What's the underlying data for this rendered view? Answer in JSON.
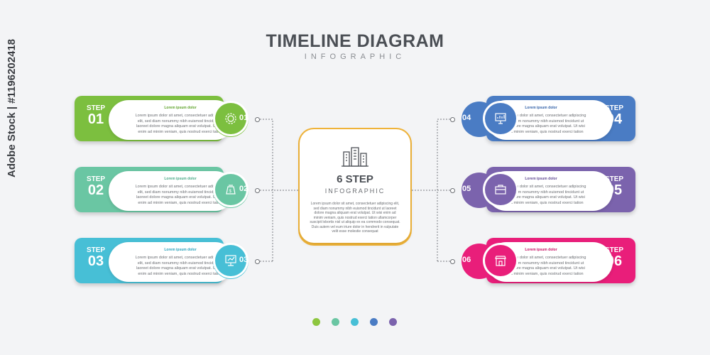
{
  "header": {
    "title": "TIMELINE DIAGRAM",
    "subtitle": "INFOGRAPHIC"
  },
  "watermark": "Adobe Stock | #1196202418",
  "center": {
    "title": "6 STEP",
    "subtitle": "INFOGRAPHIC",
    "body": "Lorem ipsum dolor sit amet, consectetuer adipiscing elit, sed diam nonummy nibh euismod tincidunt ut laoreet dolore magna aliquam erat volutpat. Ut wisi enim ad minim veniam, quis nostrud exerci tation ullamcorper suscipit lobortis nisl ut aliquip ex ea commodo consequat. Duis autem vel eum iriure dolor in hendrerit in vulputate velit esse molestie consequat"
  },
  "steps": [
    {
      "word": "STEP",
      "number": "01",
      "badge": "01",
      "heading": "Lorem ipsum dolor",
      "body": "Lorem ipsum dolor sit amet, consectetuer adipiscing elit, sed diam nonummy nibh euismod tincidunt ut laoreet dolore magna aliquam erat volutpat. Ut wisi enim ad minim veniam, quis nostrud exerci tation",
      "color": "#7cbf3f",
      "dark": "#5fa32b",
      "icon": "settings-cog-icon"
    },
    {
      "word": "STEP",
      "number": "02",
      "badge": "02",
      "heading": "Lorem ipsum dolor",
      "body": "Lorem ipsum dolor sit amet, consectetuer adipiscing elit, sed diam nonummy nibh euismod tincidunt ut laoreet dolore magna aliquam erat volutpat. Ut wisi enim ad minim veniam, quis nostrud exerci tation",
      "color": "#6ac6a3",
      "dark": "#4aa987",
      "icon": "money-bag-icon"
    },
    {
      "word": "STEP",
      "number": "03",
      "badge": "03",
      "heading": "Lorem ipsum dolor",
      "body": "Lorem ipsum dolor sit amet, consectetuer adipiscing elit, sed diam nonummy nibh euismod tincidunt ut laoreet dolore magna aliquam erat volutpat. Ut wisi enim ad minim veniam, quis nostrud exerci tation",
      "color": "#47bfd6",
      "dark": "#2aa2bc",
      "icon": "presentation-board-icon"
    },
    {
      "word": "STEP",
      "number": "04",
      "badge": "04",
      "heading": "Lorem ipsum dolor",
      "body": "Lorem ipsum dolor sit amet, consectetuer adipiscing elit, sed diam nonummy nibh euismod tincidunt ut laoreet dolore magna aliquam erat volutpat. Ut wisi enim ad minim veniam, quis nostrud exerci tation",
      "color": "#4a7cc4",
      "dark": "#3462a8",
      "icon": "presentation-chart-icon"
    },
    {
      "word": "STEP",
      "number": "05",
      "badge": "05",
      "heading": "Lorem ipsum dolor",
      "body": "Lorem ipsum dolor sit amet, consectetuer adipiscing elit, sed diam nonummy nibh euismod tincidunt ut laoreet dolore magna aliquam erat volutpat. Ut wisi enim ad minim veniam, quis nostrud exerci tation",
      "color": "#7b63ad",
      "dark": "#624b93",
      "icon": "briefcase-icon"
    },
    {
      "word": "STEP",
      "number": "06",
      "badge": "06",
      "heading": "Lorem ipsum dolor",
      "body": "Lorem ipsum dolor sit amet, consectetuer adipiscing elit, sed diam nonummy nibh euismod tincidunt ut laoreet dolore magna aliquam erat volutpat. Ut wisi enim ad minim veniam, quis nostrud exerci tation",
      "color": "#e91e7a",
      "dark": "#c70f62",
      "icon": "storefront-icon"
    }
  ],
  "palette": [
    "#8dc63f",
    "#6ac6a3",
    "#47bfd6",
    "#4a7cc4",
    "#7b63ad"
  ]
}
